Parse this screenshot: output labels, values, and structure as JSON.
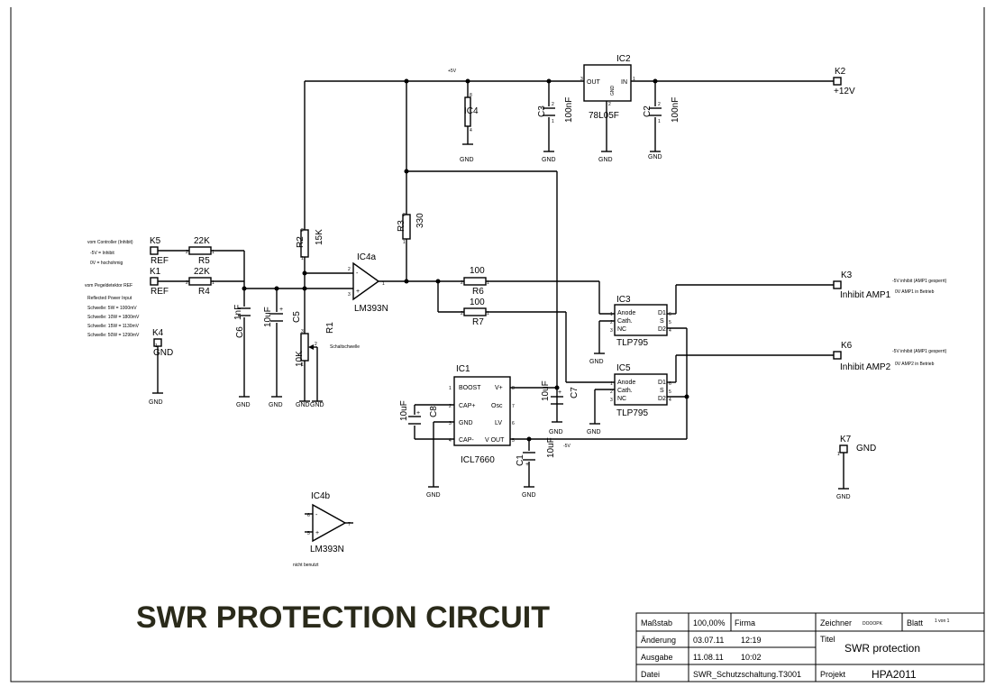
{
  "title": "SWR PROTECTION CIRCUIT",
  "components": {
    "IC1": {
      "ref": "IC1",
      "value": "ICL7660",
      "pins": [
        "BOOST",
        "CAP+",
        "GND",
        "CAP-",
        "V+",
        "Osc",
        "LV",
        "V OUT"
      ]
    },
    "IC2": {
      "ref": "IC2",
      "value": "78L05F",
      "pins": [
        "OUT",
        "IN",
        "GND"
      ]
    },
    "IC3": {
      "ref": "IC3",
      "value": "TLP795",
      "pins": [
        "Anode",
        "Cath.",
        "NC",
        "D1",
        "S",
        "D2"
      ]
    },
    "IC5": {
      "ref": "IC5",
      "value": "TLP795",
      "pins": [
        "Anode",
        "Cath.",
        "NC",
        "D1",
        "S",
        "D2"
      ]
    },
    "IC4a": {
      "ref": "IC4a",
      "value": "LM393N"
    },
    "IC4b": {
      "ref": "IC4b",
      "value": "LM393N",
      "note": "nicht benutzt"
    },
    "IC4": {
      "ref": "IC4"
    },
    "R1": {
      "ref": "R1",
      "value": "10K",
      "note": "Schaltschwelle"
    },
    "R2": {
      "ref": "R2",
      "value": "15K"
    },
    "R3": {
      "ref": "R3",
      "value": "330"
    },
    "R4": {
      "ref": "R4",
      "value": "22K"
    },
    "R5": {
      "ref": "R5",
      "value": "22K"
    },
    "R6": {
      "ref": "R6",
      "value": "100"
    },
    "R7": {
      "ref": "R7",
      "value": "100"
    },
    "C1": {
      "ref": "C1",
      "value": "10uF"
    },
    "C2": {
      "ref": "C2",
      "value": "100nF"
    },
    "C3": {
      "ref": "C3",
      "value": "100nF"
    },
    "C5": {
      "ref": "C5",
      "value": "10uF"
    },
    "C6": {
      "ref": "C6",
      "value": "1nF"
    },
    "C7": {
      "ref": "C7",
      "value": "10uF"
    },
    "C8": {
      "ref": "C8",
      "value": "10uF"
    }
  },
  "connectors": {
    "K1": {
      "ref": "K1",
      "label": "REF"
    },
    "K2": {
      "ref": "K2",
      "label": "+12V"
    },
    "K3": {
      "ref": "K3",
      "label": "Inhibit AMP1"
    },
    "K4": {
      "ref": "K4",
      "label": "GND"
    },
    "K5": {
      "ref": "K5",
      "label": "REF"
    },
    "K6": {
      "ref": "K6",
      "label": "Inhibit AMP2"
    },
    "K7": {
      "ref": "K7",
      "label": "GND"
    }
  },
  "nets": {
    "gnd": "GND",
    "plus5": "+5V",
    "minus5": "-5V"
  },
  "notes": {
    "k5": [
      "vom Controller (Inhibit)",
      "-5V = Inhibit",
      "0V = hochohmig"
    ],
    "k1": [
      "vom Pegeldetektor REF",
      "Reflected Power Input",
      "Schwelle: 5W = 1000mV",
      "Schwelle: 10W = 1800mV",
      "Schwelle: 15W = 1130mV",
      "Schwelle: 50W = 1290mV"
    ],
    "k3": [
      "-5V inhibit (AMP1 gesperrt)",
      "0V AMP1 in Betrieb"
    ],
    "k6": [
      "-5V inhibit (AMP1 gesperrt)",
      "0V AMP2 in Betrieb"
    ]
  },
  "pin_numbers": {
    "p1": "1",
    "p2": "2",
    "p3": "3",
    "p4": "4",
    "p5": "5",
    "p6": "6",
    "p7": "7",
    "p8": "8"
  },
  "title_block": {
    "massstab_label": "Maßstab",
    "massstab_value": "100,00%",
    "firma_label": "Firma",
    "zeichner_label": "Zeichner",
    "zeichner_value": "DOOOPK",
    "blatt_label": "Blatt",
    "blatt_value": "1 von 1",
    "aenderung_label": "Änderung",
    "aenderung_date": "03.07.11",
    "aenderung_time": "12:19",
    "titel_label": "Titel",
    "titel_value": "SWR protection",
    "ausgabe_label": "Ausgabe",
    "ausgabe_date": "11.08.11",
    "ausgabe_time": "10:02",
    "datei_label": "Datei",
    "datei_value": "SWR_Schutzschaltung.T3001",
    "projekt_label": "Projekt",
    "projekt_value": "HPA2011"
  }
}
